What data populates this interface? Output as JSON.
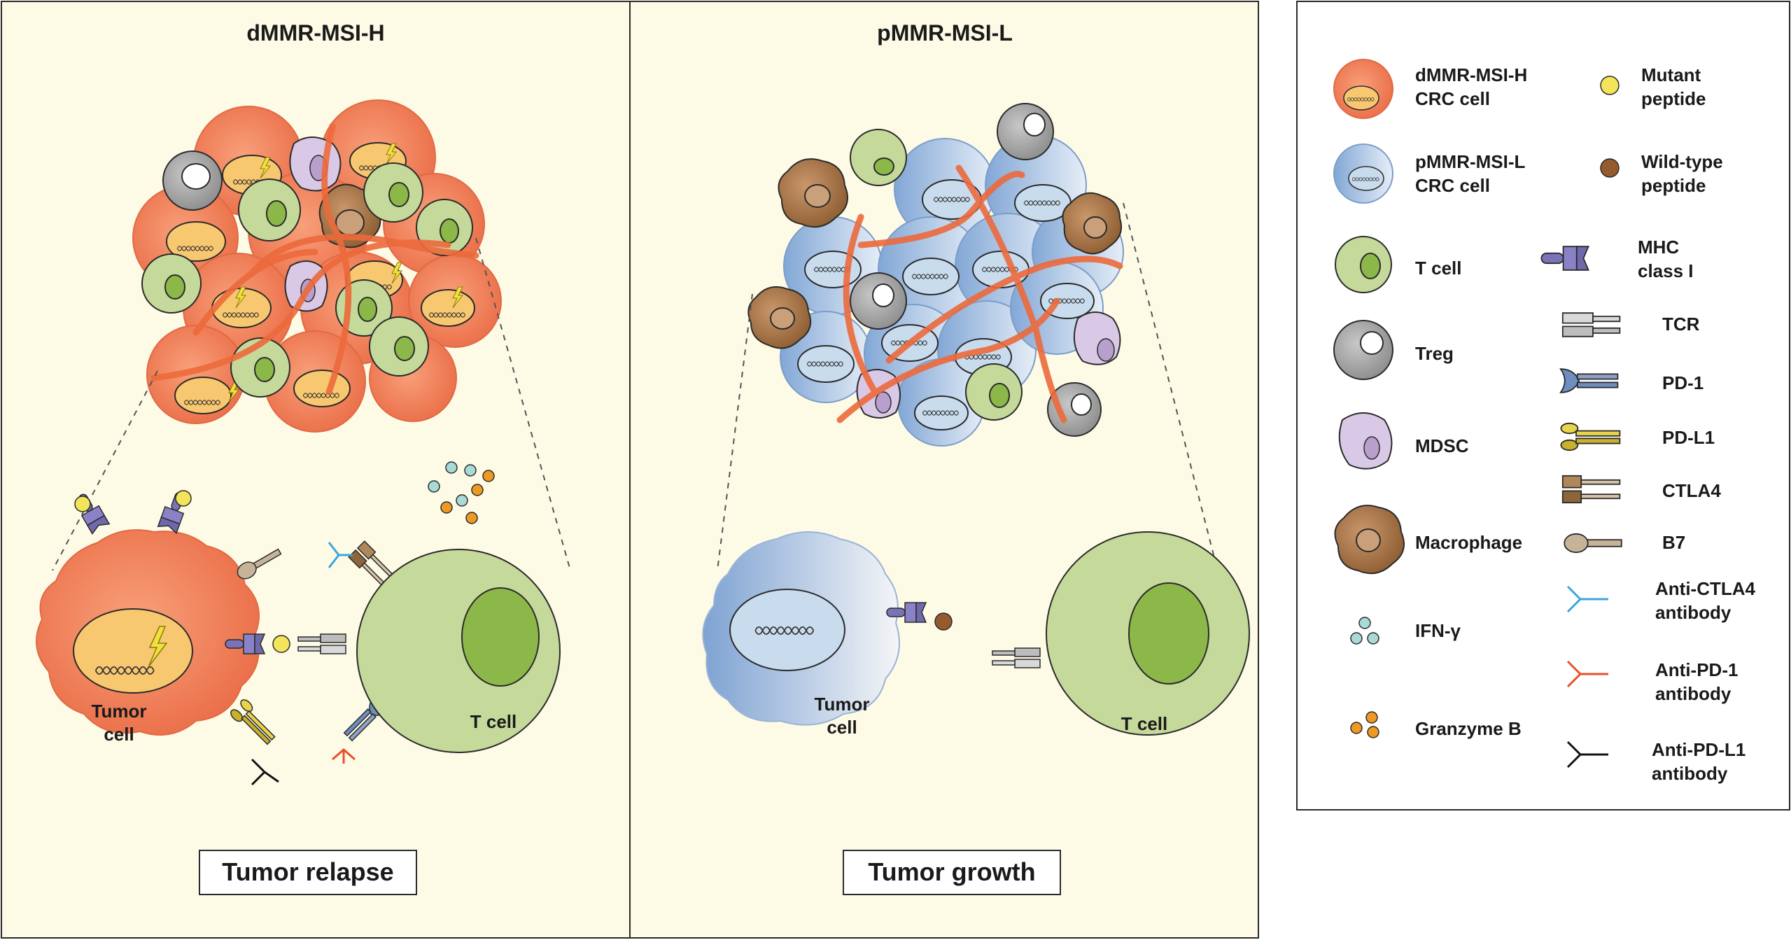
{
  "panels": {
    "left": {
      "title": "dMMR-MSI-H",
      "tumor_label_1": "Tumor",
      "tumor_label_2": "cell",
      "tcell_label": "T cell",
      "outcome": "Tumor relapse"
    },
    "right": {
      "title": "pMMR-MSI-L",
      "tumor_label_1": "Tumor",
      "tumor_label_2": "cell",
      "tcell_label": "T cell",
      "outcome": "Tumor growth"
    }
  },
  "legend": {
    "dmmr_1": "dMMR-MSI-H",
    "dmmr_2": "CRC cell",
    "pmmr_1": "pMMR-MSI-L",
    "pmmr_2": "CRC cell",
    "tcell": "T cell",
    "treg": "Treg",
    "mdsc": "MDSC",
    "macrophage": "Macrophage",
    "ifn": "IFN-γ",
    "granzyme": "Granzyme B",
    "mutant_1": "Mutant",
    "mutant_2": "peptide",
    "wild_1": "Wild-type",
    "wild_2": "peptide",
    "mhc_1": "MHC",
    "mhc_2": "class I",
    "tcr": "TCR",
    "pd1": "PD-1",
    "pdl1": "PD-L1",
    "ctla4": "CTLA4",
    "b7": "B7",
    "anti_ctla4_1": "Anti-CTLA4",
    "anti_ctla4_2": "antibody",
    "anti_pd1_1": "Anti-PD-1",
    "anti_pd1_2": "antibody",
    "anti_pdl1_1": "Anti-PD-L1",
    "anti_pdl1_2": "antibody"
  },
  "colors": {
    "panel_bg": "#fdfae6",
    "tumor_orange": "#ee7d55",
    "nucleus_yellow": "#f8c870",
    "pmmr_blue": "#8fb0d8",
    "tcell_green": "#c5d99a",
    "tcell_nucleus": "#8cb84a",
    "treg_gray": "#a8a8a8",
    "mdsc_lilac": "#d9c8e6",
    "macrophage_brown": "#b07e4e",
    "fiber_orange": "#ec6a3c",
    "mhc_purple": "#7b73b8",
    "mutant_yellow": "#f4e45a",
    "wild_brown": "#955a2e",
    "anti_ctla4_blue": "#3aa6de",
    "anti_pd1_red": "#e8502a",
    "ifn_teal": "#a9dad8",
    "granzyme_orange": "#ee9a22"
  }
}
